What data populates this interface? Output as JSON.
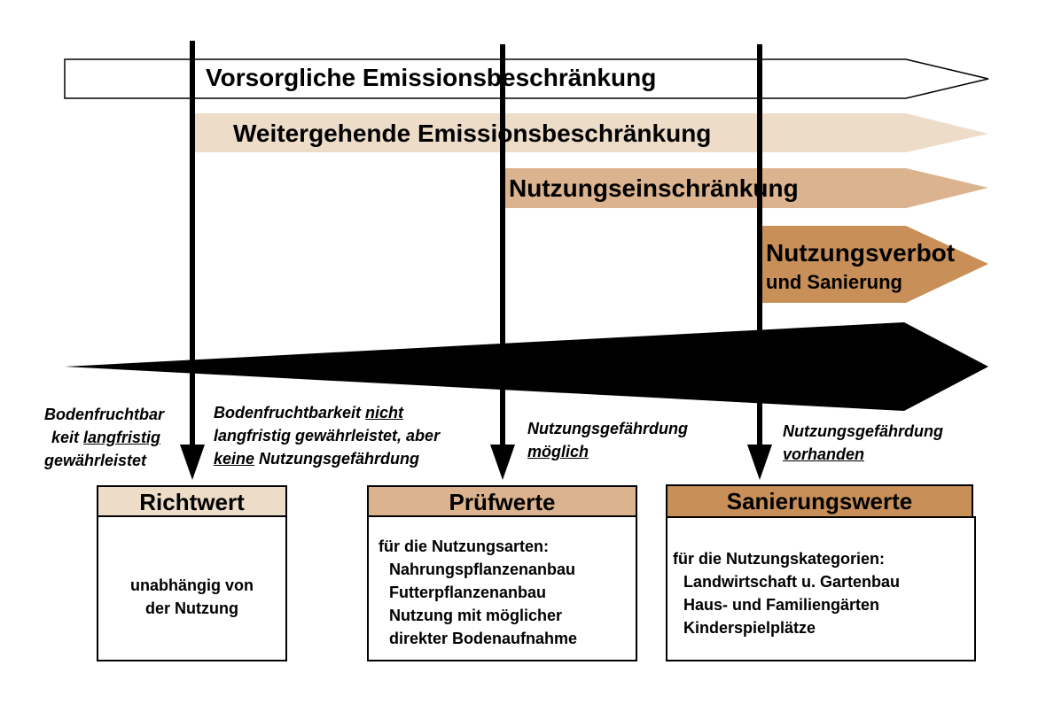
{
  "colors": {
    "arrow_1": "#ffffff",
    "arrow_2": "#ecdcc8",
    "arrow_3": "#dbb38f",
    "arrow_4": "#c98f58",
    "wedge": "#000000",
    "head_richtwert": "#ecdcc8",
    "head_pruefwerte": "#dbb38f",
    "head_sanierung": "#c98f58"
  },
  "arrows": {
    "a1": "Vorsorgliche Emissionsbeschränkung",
    "a2": "Weitergehende Emissionsbeschränkung",
    "a3": "Nutzungseinschränkung",
    "a4_line1": "Nutzungsverbot",
    "a4_line2": "und Sanierung"
  },
  "notes": {
    "n1": {
      "l1": "Bodenfruchtbar",
      "l2a": "keit ",
      "l2u": "langfristig",
      "l3": "gewährleistet"
    },
    "n2": {
      "l1a": "Bodenfruchtbarkeit ",
      "l1u": "nicht",
      "l2": "langfristig gewährleistet, aber",
      "l3u": "keine",
      "l3b": " Nutzungsgefährdung"
    },
    "n3": {
      "l1": "Nutzungsgefährdung",
      "l2u": "möglich"
    },
    "n4": {
      "l1": "Nutzungsgefährdung",
      "l2u": "vorhanden"
    }
  },
  "boxes": {
    "richtwert": {
      "title": "Richtwert",
      "lines": [
        "unabhängig von",
        "der Nutzung"
      ]
    },
    "pruefwerte": {
      "title": "Prüfwerte",
      "lines": [
        "für die Nutzungsarten:",
        "Nahrungspflanzenanbau",
        "Futterpflanzenanbau",
        "Nutzung mit möglicher",
        "direkter Bodenaufnahme"
      ]
    },
    "sanierung": {
      "title": "Sanierungswerte",
      "lines": [
        "für die Nutzungskategorien:",
        "Landwirtschaft u. Gartenbau",
        "Haus- und Familiengärten",
        "Kinderspielplätze"
      ]
    }
  }
}
